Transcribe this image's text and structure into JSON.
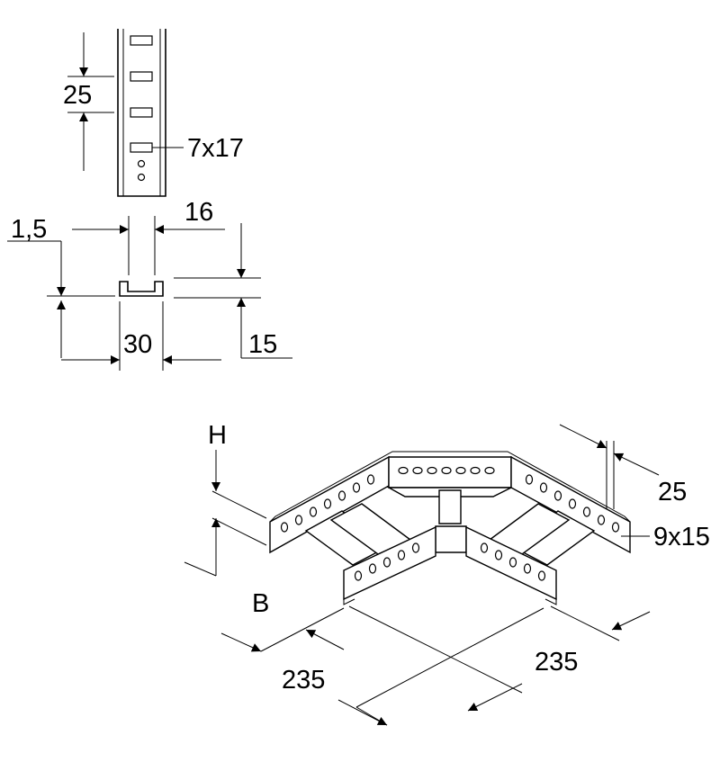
{
  "dimensions": {
    "slot_pitch": "25",
    "slot_size": "7x17",
    "wall_thickness": "1,5",
    "flange_width": "16",
    "profile_width": "30",
    "profile_height": "15",
    "side_height_label": "H",
    "width_label": "B",
    "flange_offset": "25",
    "side_hole_size": "9x15",
    "leg_length_left": "235",
    "leg_length_right": "235"
  },
  "colors": {
    "line": "#000000",
    "background": "#ffffff"
  }
}
